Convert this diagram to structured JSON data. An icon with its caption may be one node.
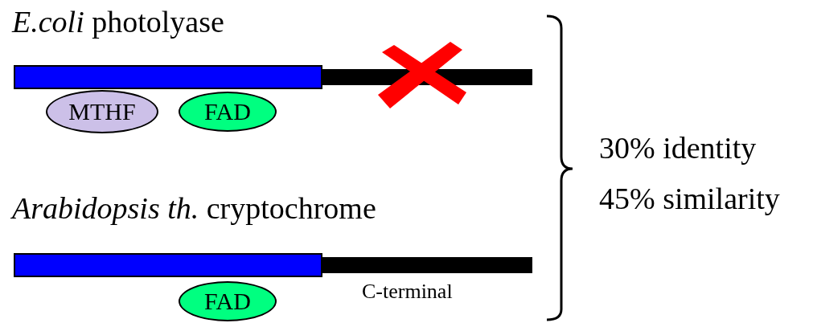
{
  "diagram": {
    "nodes": [
      {
        "text": [
          "MTHF"
        ]
      },
      {
        "text": [
          "FAD"
        ]
      },
      {
        "text": [
          "FAD"
        ]
      }
    ],
    "edges": [],
    "labels": [
      "*E.coli* photolyase",
      "*Arabidopsis th.* cryptochrome",
      "C-terminal",
      "30% identity",
      "45% similarity"
    ]
  }
}
